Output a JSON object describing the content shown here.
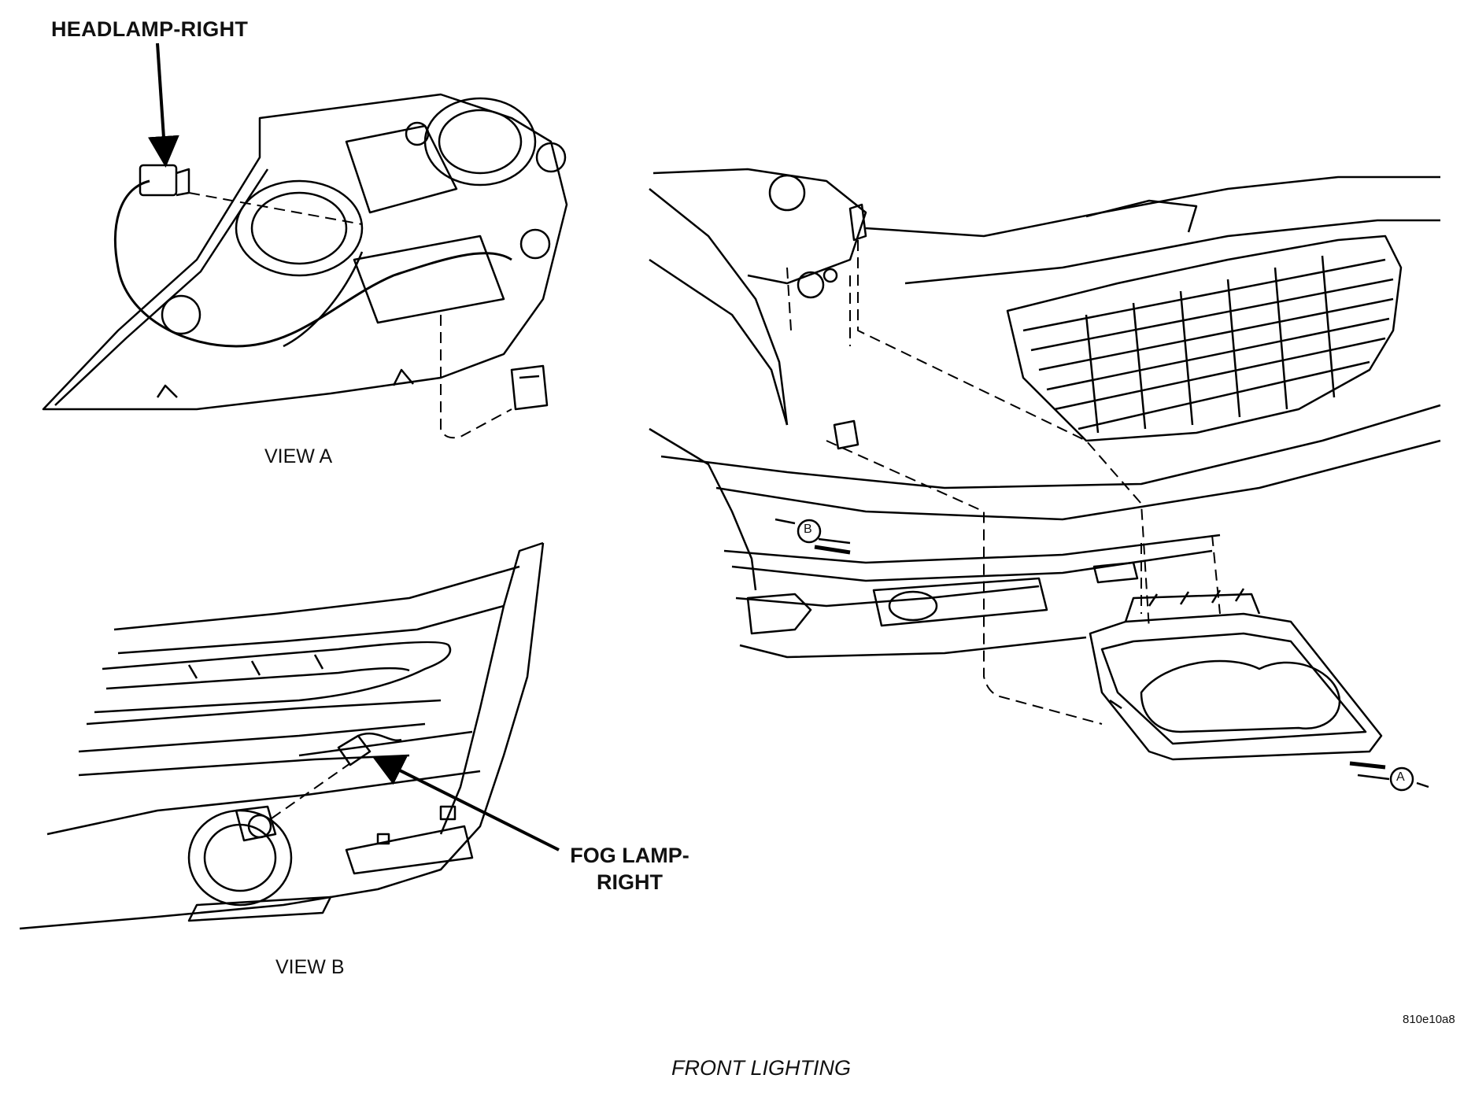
{
  "labels": {
    "headlamp_callout": "HEADLAMP-RIGHT",
    "view_a": "VIEW A",
    "view_b": "VIEW B",
    "fog_lamp_line1": "FOG LAMP-",
    "fog_lamp_line2": "RIGHT",
    "view_marker_a": "A",
    "view_marker_b": "B",
    "figure_code": "810e10a8",
    "caption": "FRONT LIGHTING"
  }
}
